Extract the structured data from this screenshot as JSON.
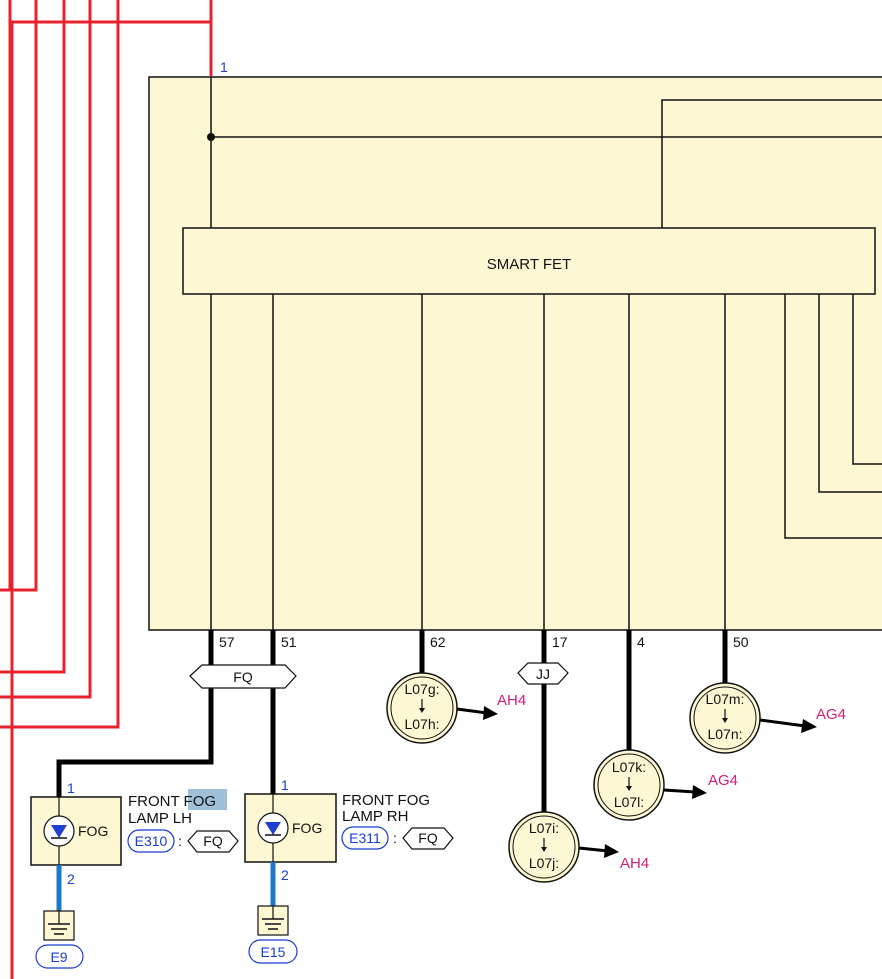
{
  "module": {
    "smart_fet_label": "SMART FET",
    "power_pin": "1",
    "output_pins": [
      "57",
      "51",
      "62",
      "17",
      "4",
      "50"
    ]
  },
  "junctions": {
    "left": "FQ",
    "center": "JJ"
  },
  "links": [
    {
      "top": "L07g:",
      "bottom": "L07h:",
      "ref": "AH4"
    },
    {
      "top": "L07i:",
      "bottom": "L07j:",
      "ref": "AH4"
    },
    {
      "top": "L07k:",
      "bottom": "L07l:",
      "ref": "AG4"
    },
    {
      "top": "L07m:",
      "bottom": "L07n:",
      "ref": "AG4"
    }
  ],
  "lamp_lh": {
    "title_line1": "FRONT FOG",
    "title_line2": "LAMP LH",
    "highlight": "FOG",
    "icon_label": "FOG",
    "connector": "E310",
    "separator": ":",
    "connector_type": "FQ",
    "pin_top": "1",
    "pin_bottom": "2",
    "ground": "E9"
  },
  "lamp_rh": {
    "title_line1": "FRONT FOG",
    "title_line2": "LAMP RH",
    "icon_label": "FOG",
    "connector": "E311",
    "separator": ":",
    "connector_type": "FQ",
    "pin_top": "1",
    "pin_bottom": "2",
    "ground": "E15"
  },
  "colors": {
    "module_fill": "#fdf7d4",
    "wire_red": "#e8232f",
    "wire_blue": "#1e78c8",
    "wire_black": "#000000",
    "pin_blue": "#1a3ccf",
    "ref_pink": "#d01f79",
    "highlight": "#9fc0d8",
    "diode_blue": "#1f3fd0"
  }
}
